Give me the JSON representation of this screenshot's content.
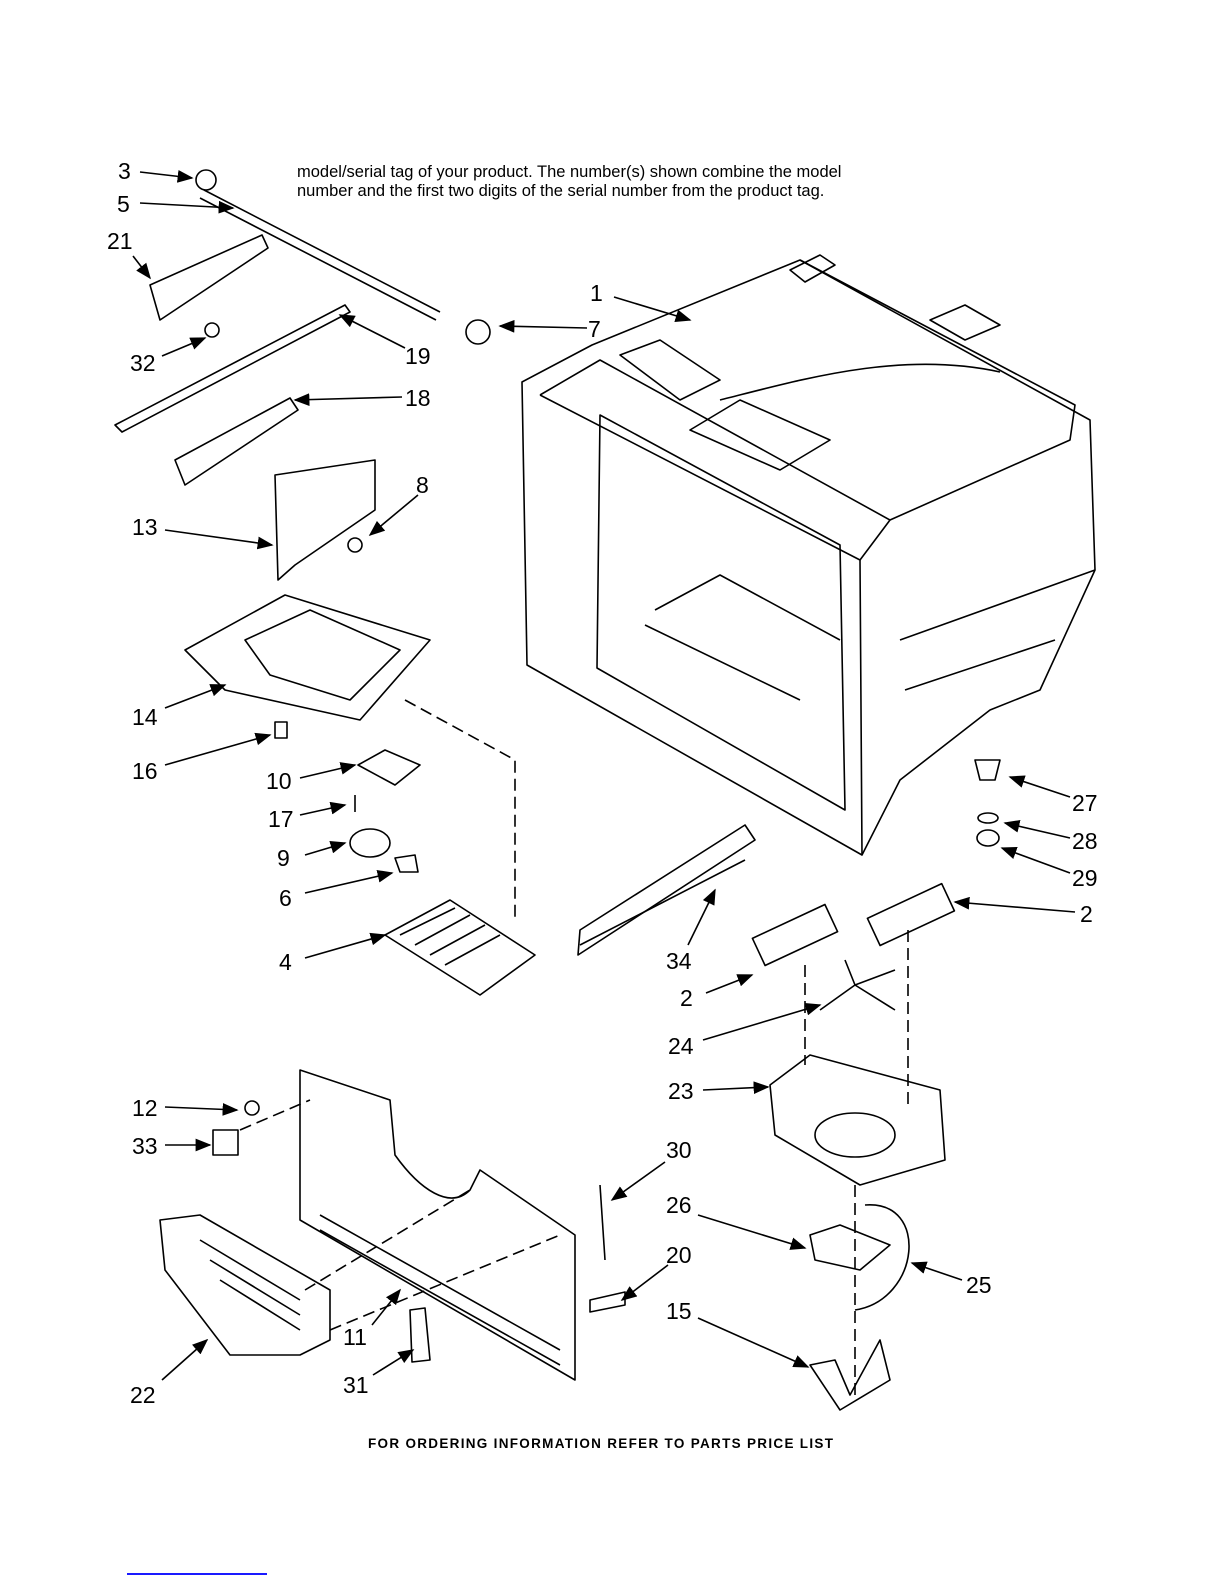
{
  "note": {
    "line1": "model/serial tag of your product. The number(s) shown combine the model",
    "line2": "number and the first two digits of the serial number from the product tag."
  },
  "footer": "FOR ORDERING INFORMATION REFER TO PARTS PRICE LIST",
  "callouts": [
    "3",
    "5",
    "21",
    "32",
    "19",
    "18",
    "7",
    "1",
    "13",
    "8",
    "14",
    "16",
    "10",
    "17",
    "9",
    "6",
    "4",
    "34",
    "2",
    "2",
    "27",
    "28",
    "29",
    "24",
    "23",
    "12",
    "33",
    "30",
    "26",
    "20",
    "25",
    "15",
    "11",
    "31",
    "22"
  ]
}
